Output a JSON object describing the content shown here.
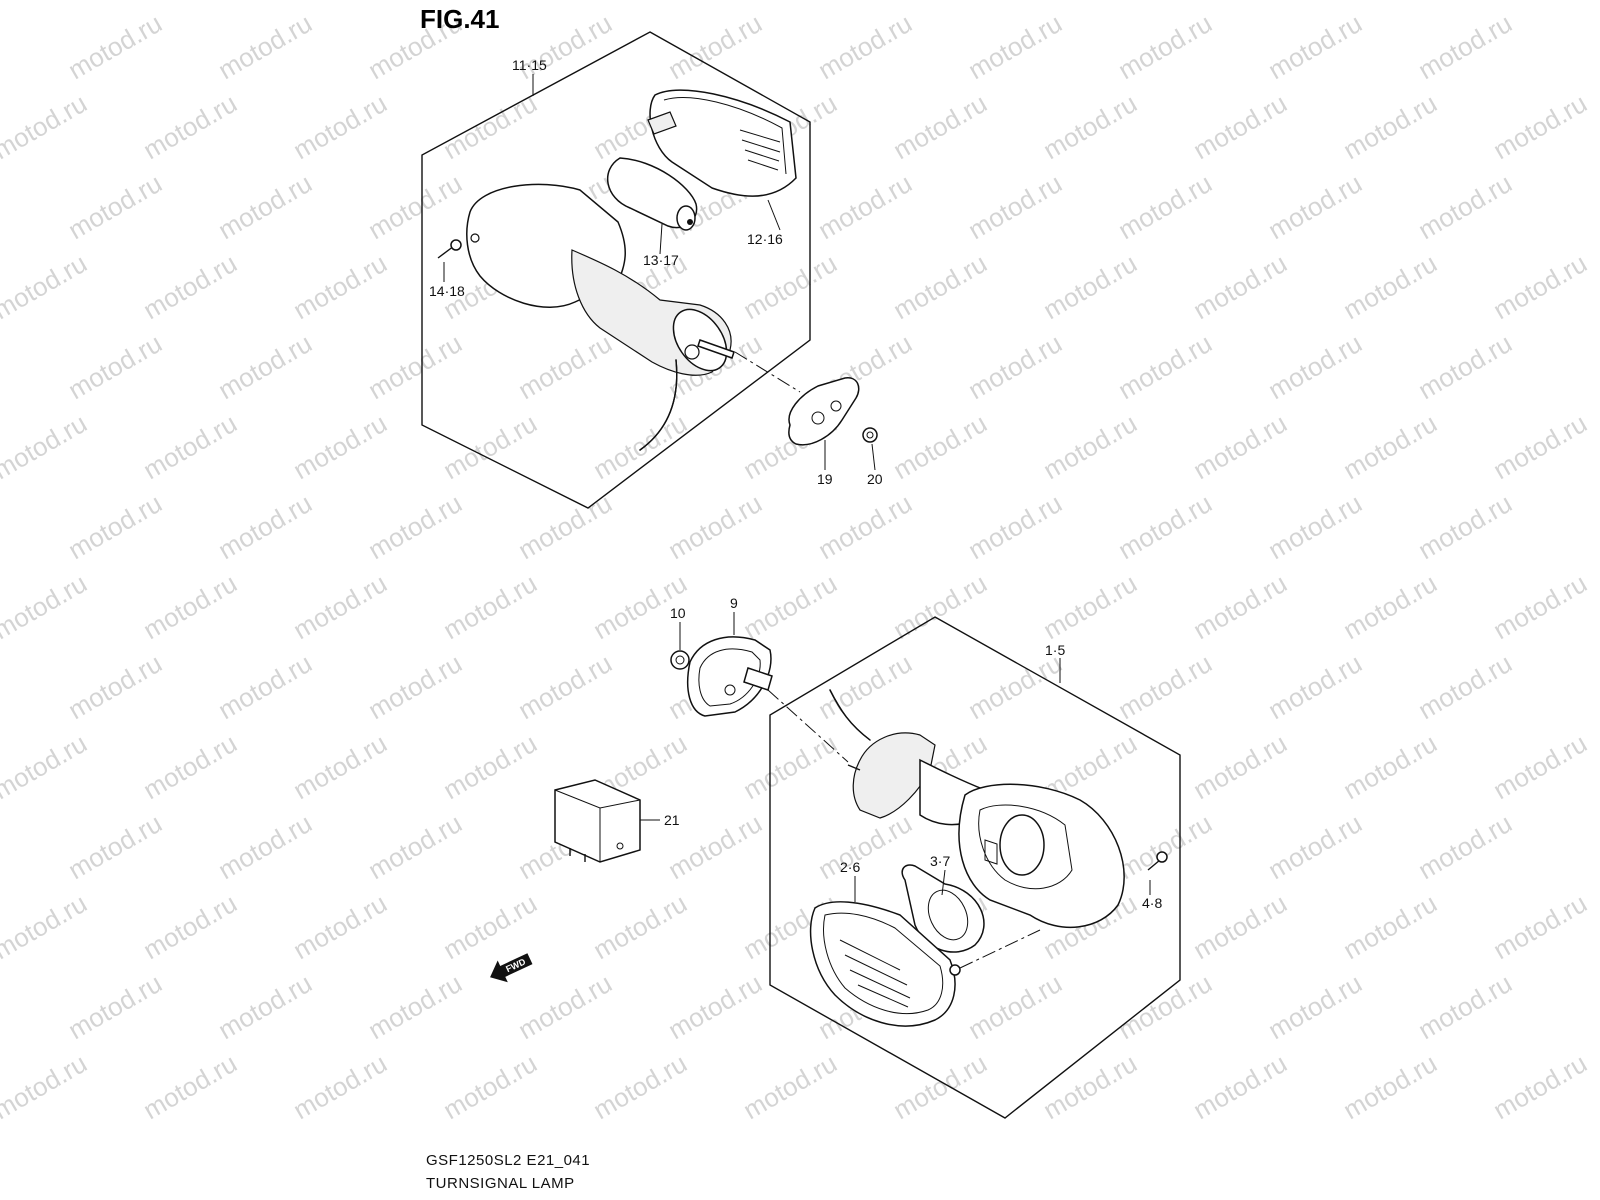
{
  "figure": {
    "title": "FIG.41",
    "model_code": "GSF1250SL2 E21_041",
    "caption": "TURNSIGNAL LAMP"
  },
  "watermark": {
    "text": "motod.ru"
  },
  "fwd_arrow": {
    "label": "FWD"
  },
  "callouts": {
    "rear_lamp_assy": "11·15",
    "rear_lens": "12·16",
    "rear_bulb": "13·17",
    "rear_screw": "14·18",
    "rear_cushion": "19",
    "rear_nut": "20",
    "front_nut": "10",
    "front_cushion": "9",
    "front_lamp_assy": "1·5",
    "relay": "21",
    "front_lens": "2·6",
    "front_bulb": "3·7",
    "front_screw": "4·8"
  }
}
